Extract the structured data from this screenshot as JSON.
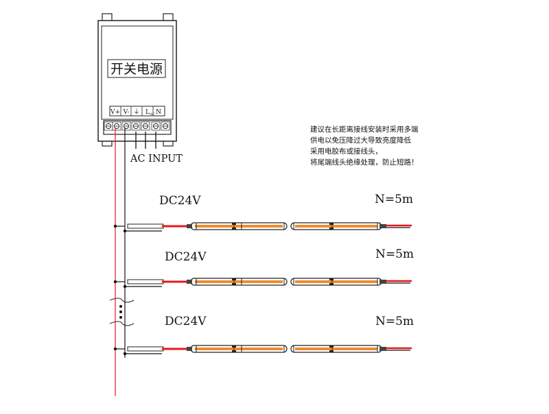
{
  "power_supply": {
    "title": "开关电源",
    "terminal_labels": [
      "V+",
      "V-",
      "⏚",
      "L",
      "N"
    ],
    "terminal_sub": "AC"
  },
  "ac_input_label": "AC INPUT",
  "notes": [
    "建议在长距离接线安装时采用多端",
    "供电以免压降过大导致亮度降低",
    "采用电胶布或接线头，",
    "将尾端线头绝缘处理，防止短路！"
  ],
  "strips": [
    {
      "voltage": "DC24V",
      "length": "N=5m"
    },
    {
      "voltage": "DC24V",
      "length": "N=5m"
    },
    {
      "voltage": "DC24V",
      "length": "N=5m"
    }
  ],
  "colors": {
    "positive_wire": "#e8161b",
    "negative_wire": "#111111",
    "led_strip": "#f08a2e",
    "outline": "#222222"
  },
  "icons": {
    "continuation": "ellipsis-vertical-icon"
  }
}
